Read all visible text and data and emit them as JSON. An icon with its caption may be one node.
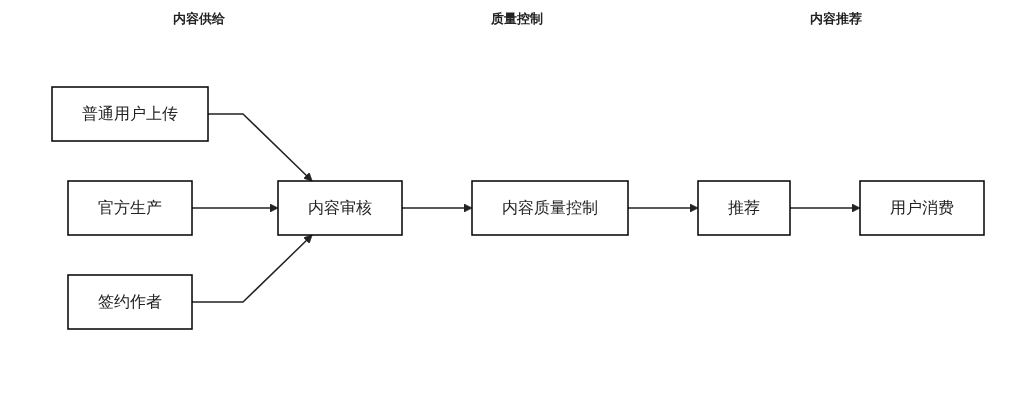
{
  "diagram": {
    "nodes": [
      {
        "text": [
          "普通用户上传"
        ]
      },
      {
        "text": [
          "官方生产"
        ]
      },
      {
        "text": [
          "签约作者"
        ]
      },
      {
        "text": [
          "内容审核"
        ]
      },
      {
        "text": [
          "内容质量控制"
        ]
      },
      {
        "text": [
          "推荐"
        ]
      },
      {
        "text": [
          "用户消费"
        ]
      }
    ],
    "edges": [
      {
        "from": 0,
        "to": 3,
        "arrow": "to"
      },
      {
        "from": 1,
        "to": 3,
        "arrow": "to"
      },
      {
        "from": 2,
        "to": 3,
        "arrow": "to"
      },
      {
        "from": 3,
        "to": 4,
        "arrow": "to"
      },
      {
        "from": 4,
        "to": 5,
        "arrow": "to"
      },
      {
        "from": 5,
        "to": 6,
        "arrow": "to"
      }
    ],
    "labels": [
      "内容供给",
      "质量控制",
      "内容推荐"
    ]
  }
}
